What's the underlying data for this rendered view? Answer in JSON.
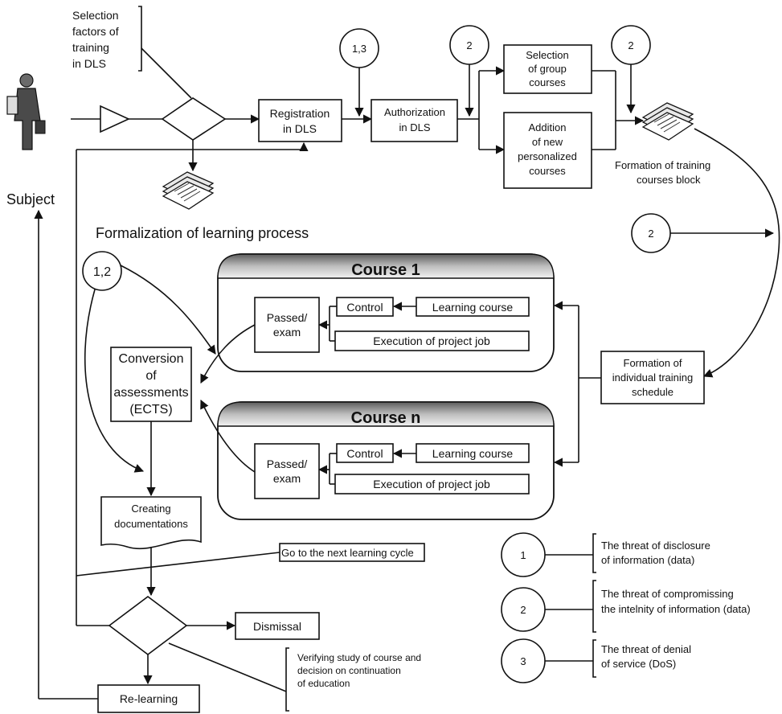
{
  "selection_factors": [
    "Selection",
    "factors of",
    "training",
    "in DLS"
  ],
  "registration": [
    "Registration",
    "in DLS"
  ],
  "authorization": [
    "Authorization",
    "in DLS"
  ],
  "selection_group": [
    "Selection",
    "of group",
    "courses"
  ],
  "addition_courses": [
    "Addition",
    "of new",
    "personalized",
    "courses"
  ],
  "formation_block": [
    "Formation of training",
    "courses block"
  ],
  "subject_label": "Subject",
  "formalization_label": "Formalization of learning process",
  "circle_13": "1,3",
  "circle_2": "2",
  "circle_12": "1,2",
  "course1": {
    "title": "Course 1",
    "passed": [
      "Passed/",
      "exam"
    ],
    "control": "Control",
    "learning": "Learning course",
    "execution": "Execution of project job"
  },
  "coursen": {
    "title": "Course n",
    "passed": [
      "Passed/",
      "exam"
    ],
    "control": "Control",
    "learning": "Learning course",
    "execution": "Execution of project job"
  },
  "conversion": [
    "Conversion",
    "of",
    "assessments",
    "(ECTS)"
  ],
  "formation_schedule": [
    "Formation of",
    "individual training",
    "schedule"
  ],
  "creating_docs": [
    "Creating",
    "documentations"
  ],
  "next_cycle": "Go to the next learning cycle",
  "dismissal": "Dismissal",
  "verifying": [
    "Verifying study of course and",
    "decision on continuation",
    "of education"
  ],
  "relearning": "Re-learning",
  "legend": [
    {
      "num": "1",
      "text": [
        "The threat of disclosure",
        "of information (data)"
      ]
    },
    {
      "num": "2",
      "text": [
        "The threat of compromissing",
        "the intelnity of information (data)"
      ]
    },
    {
      "num": "3",
      "text": [
        "The threat of denial",
        "of service (DoS)"
      ]
    }
  ]
}
